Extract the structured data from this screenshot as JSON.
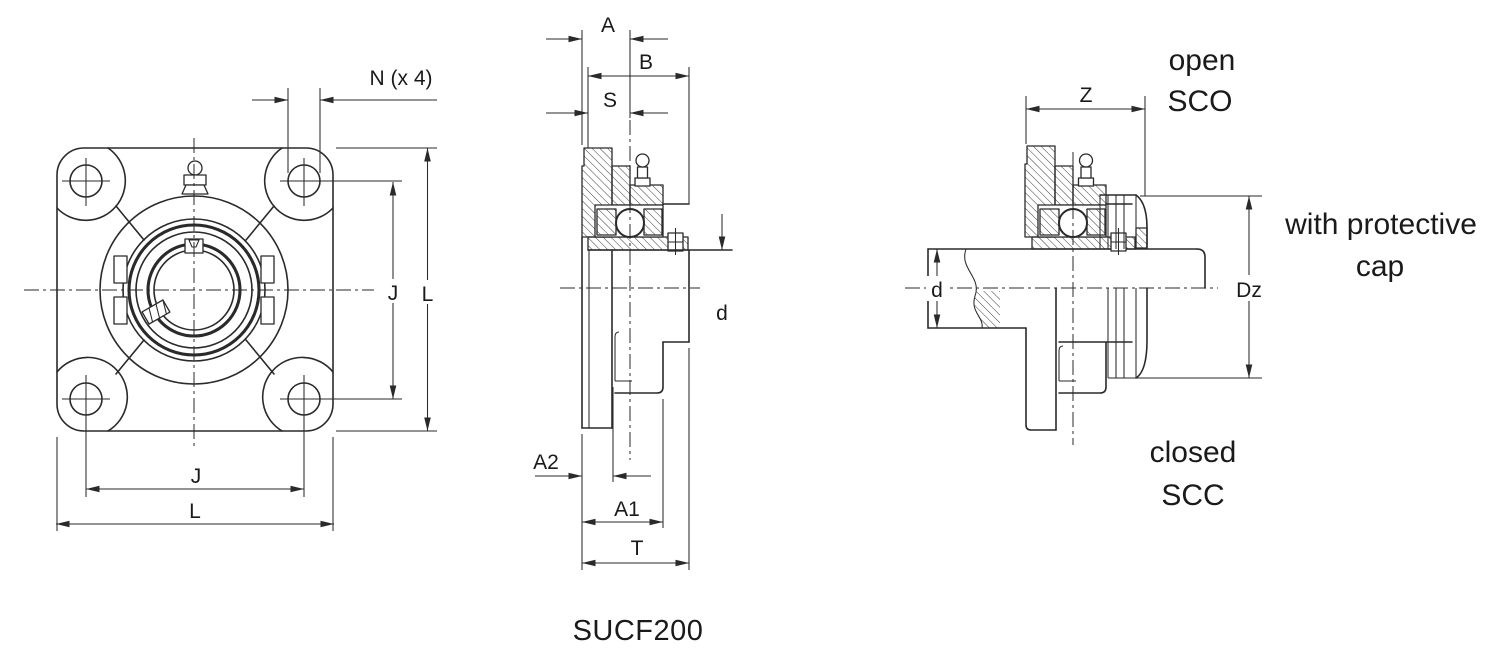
{
  "front_view": {
    "dim_bolt_hole": "N (x 4)",
    "dim_bolt_spacing_side": "J",
    "dim_flange_side": "L",
    "dim_bolt_spacing_bottom": "J",
    "dim_flange_bottom": "L"
  },
  "section_view": {
    "dim_a": "A",
    "dim_b": "B",
    "dim_s": "S",
    "dim_bore": "d",
    "dim_a2": "A2",
    "dim_a1": "A1",
    "dim_t": "T",
    "part_label": "SUCF200"
  },
  "mounted_view": {
    "dim_z": "Z",
    "dim_shaft": "d",
    "dim_cap": "Dz",
    "open_line1": "open",
    "open_line2": "SCO",
    "cap_line1": "with protective",
    "cap_line2": "cap",
    "closed_line1": "closed",
    "closed_line2": "SCC"
  },
  "colors": {
    "line": "#2a2a2a",
    "text": "#1a1a1a",
    "background": "#ffffff"
  }
}
